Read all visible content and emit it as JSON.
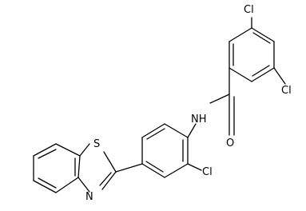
{
  "atoms": {
    "cl_top": "Cl",
    "cl_right": "Cl",
    "nh": "NH",
    "o": "O",
    "cl_bottom": "Cl",
    "s": "S",
    "n": "N"
  }
}
